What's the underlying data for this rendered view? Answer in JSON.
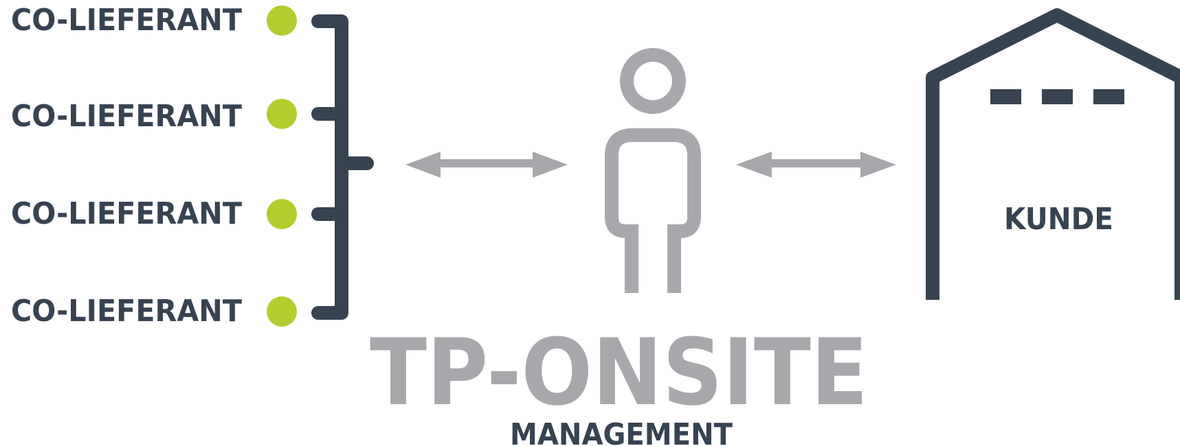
{
  "suppliers": {
    "items": [
      {
        "label": "CO-LIEFERANT"
      },
      {
        "label": "CO-LIEFERANT"
      },
      {
        "label": "CO-LIEFERANT"
      },
      {
        "label": "CO-LIEFERANT"
      }
    ]
  },
  "customer": {
    "label": "KUNDE"
  },
  "brand": {
    "title": "TP-ONSITE",
    "subtitle": "MANAGEMENT"
  },
  "colors": {
    "dark": "#374351",
    "grey": "#a7a8ab",
    "accent": "#b5cc2e"
  },
  "icons": {
    "person": "person-icon",
    "warehouse": "warehouse-icon",
    "arrows": "double-arrow-icon"
  }
}
